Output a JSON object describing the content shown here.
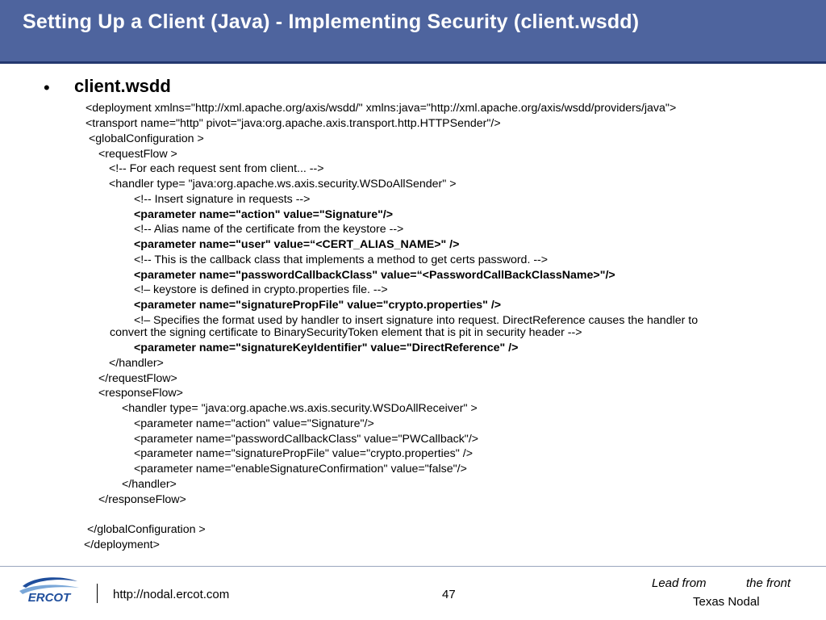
{
  "slide": {
    "title": "Setting Up a Client (Java) - Implementing Security (client.wsdd)",
    "bullet": "•",
    "bullet_label": "client.wsdd"
  },
  "code_lines": [
    {
      "text": "<deployment xmlns=\"http://xml.apache.org/axis/wsdd/\" xmlns:java=\"http://xml.apache.org/axis/wsdd/providers/java\">",
      "bold": false
    },
    {
      "text": "<transport name=\"http\" pivot=\"java:org.apache.axis.transport.http.HTTPSender\"/>",
      "bold": false
    },
    {
      "text": "<globalConfiguration >",
      "bold": false
    },
    {
      "text": "<requestFlow >",
      "bold": false
    },
    {
      "text": "<!-- For each request sent from client... -->",
      "bold": false
    },
    {
      "text": "<handler type= \"java:org.apache.ws.axis.security.WSDoAllSender\" >",
      "bold": false
    },
    {
      "text": "<!-- Insert signature in requests -->",
      "bold": false
    },
    {
      "text": "<parameter name=\"action\" value=\"Signature\"/>",
      "bold": true
    },
    {
      "text": "<!-- Alias name of the certificate from the keystore -->",
      "bold": false
    },
    {
      "text": "<parameter name=\"user\" value=“<CERT_ALIAS_NAME>\" />",
      "bold": true
    },
    {
      "text": "<!-- This is the callback class that implements a method to get certs password. -->",
      "bold": false
    },
    {
      "text": "<parameter name=\"passwordCallbackClass\" value=“<PasswordCallBackClassName>\"/>",
      "bold": true
    },
    {
      "text": "<!– keystore is defined in crypto.properties file. -->",
      "bold": false
    },
    {
      "text": "<parameter name=\"signaturePropFile\" value=\"crypto.properties\" />",
      "bold": true
    },
    {
      "text": "<!– Specifies the format used by handler to insert signature into request. DirectReference causes the handler to",
      "bold": false
    },
    {
      "text": "convert the signing certificate to BinarySecurityToken element that is pit in security header -->",
      "bold": false
    },
    {
      "text": "<parameter name=\"signatureKeyIdentifier\" value=\"DirectReference\" />",
      "bold": true
    },
    {
      "text": "</handler>",
      "bold": false
    },
    {
      "text": "</requestFlow>",
      "bold": false
    },
    {
      "text": "<responseFlow>",
      "bold": false
    },
    {
      "text": "<handler type= \"java:org.apache.ws.axis.security.WSDoAllReceiver\" >",
      "bold": false
    },
    {
      "text": "<parameter name=\"action\" value=\"Signature\"/>",
      "bold": false
    },
    {
      "text": "<parameter name=\"passwordCallbackClass\" value=\"PWCallback\"/>",
      "bold": false
    },
    {
      "text": "<parameter name=\"signaturePropFile\" value=\"crypto.properties\" />",
      "bold": false
    },
    {
      "text": "<parameter name=\"enableSignatureConfirmation\" value=\"false\"/>",
      "bold": false
    },
    {
      "text": "</handler>",
      "bold": false
    },
    {
      "text": "</responseFlow>",
      "bold": false
    },
    {
      "text": "</globalConfiguration >",
      "bold": false
    },
    {
      "text": "</deployment>",
      "bold": false
    }
  ],
  "footer": {
    "logo_text": "ERCOT",
    "url": "http://nodal.ercot.com",
    "page_number": "47",
    "tagline_lead": "Lead from",
    "tagline_front": "the front",
    "tagline_org": "Texas Nodal"
  },
  "colors": {
    "header_bg": "#4e649e",
    "header_rule": "#24386f",
    "logo_blue": "#1f4e9c"
  },
  "icons": {
    "logo": "ercot-logo-icon"
  }
}
